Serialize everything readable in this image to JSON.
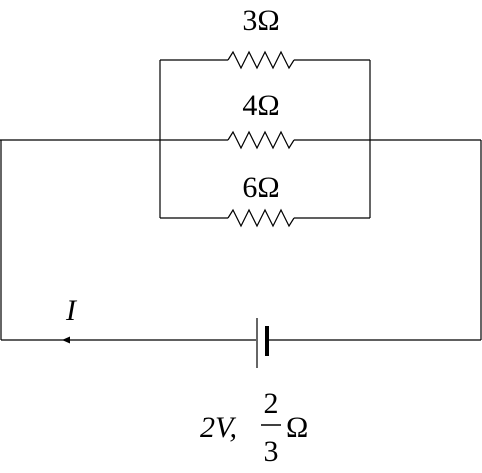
{
  "resistors": {
    "r1": {
      "label": "3Ω"
    },
    "r2": {
      "label": "4Ω"
    },
    "r3": {
      "label": "6Ω"
    }
  },
  "current": {
    "label": "I"
  },
  "battery": {
    "emf": "2V,",
    "internal_resistance": {
      "numerator": "2",
      "denominator": "3",
      "unit": "Ω"
    }
  },
  "colors": {
    "line": "#000000",
    "background": "#ffffff"
  }
}
